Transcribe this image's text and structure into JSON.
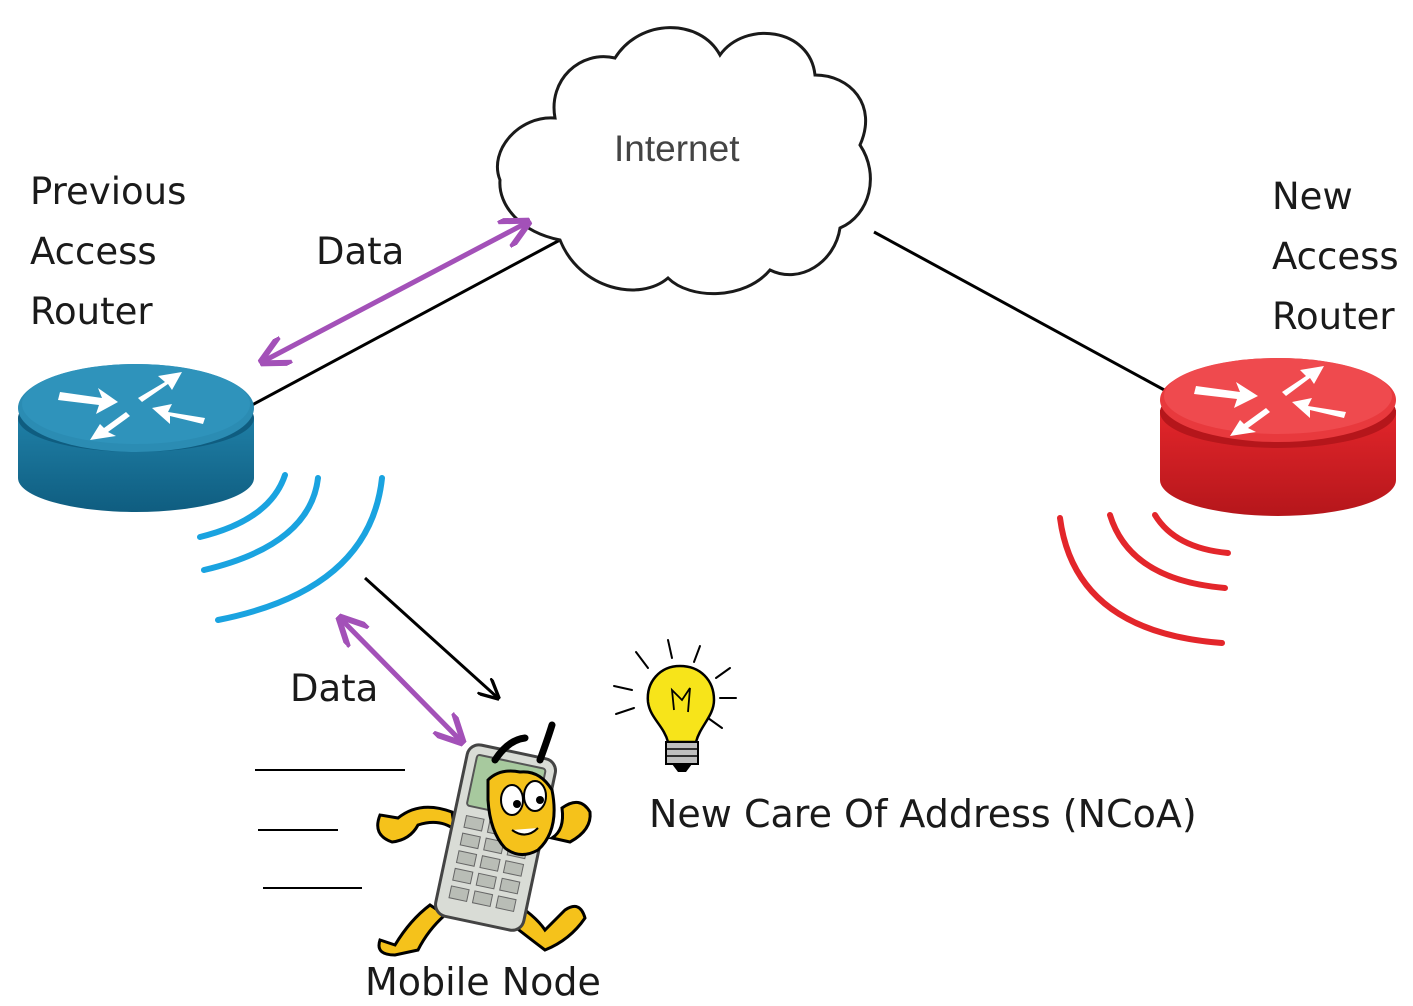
{
  "labels": {
    "internet": "Internet",
    "previous_router": [
      "Previous",
      "Access",
      "Router"
    ],
    "new_router": [
      "New",
      "Access",
      "Router"
    ],
    "data_upper": "Data",
    "data_lower": "Data",
    "mobile_node": "Mobile Node",
    "ncoa": "New Care Of Address (NCoA)"
  },
  "colors": {
    "previous_router": "#1d7ea3",
    "new_router": "#e3262b",
    "wifi_previous": "#1aa3e0",
    "wifi_new": "#e3262b",
    "data_arrow": "#a351b8",
    "link": "#000000",
    "bulb": "#f7e41a"
  },
  "icons": {
    "cloud": "cloud-icon",
    "previous_router": "router-icon",
    "new_router": "router-icon",
    "mobile_node": "running-phone-icon",
    "ncoa": "lightbulb-icon"
  }
}
